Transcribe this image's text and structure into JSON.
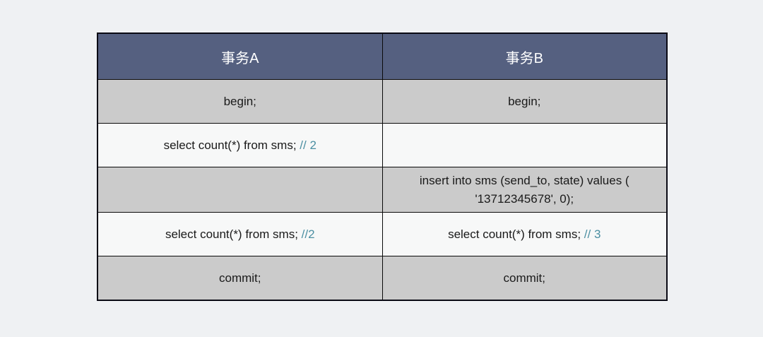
{
  "page": {
    "background_color": "#eff1f3"
  },
  "table": {
    "title": "transaction-phantom-read-demo",
    "header": {
      "bg_color": "#556080",
      "text_color": "#ffffff"
    },
    "row_colors": {
      "gray": "#cbcbcb",
      "light": "#f7f8f8"
    },
    "comment_color": "#4b8fa2",
    "border_color": "#0a0a0a",
    "columns": [
      {
        "label": "事务A"
      },
      {
        "label": "事务B"
      }
    ],
    "rows": [
      {
        "cells": [
          {
            "code": "begin;",
            "comment": ""
          },
          {
            "code": "begin;",
            "comment": ""
          }
        ]
      },
      {
        "cells": [
          {
            "code": "select count(*) from sms; ",
            "comment": "// 2"
          },
          {
            "code": "",
            "comment": ""
          }
        ]
      },
      {
        "cells": [
          {
            "code": "",
            "comment": ""
          },
          {
            "code": "insert into sms (send_to, state) values ( '13712345678', 0);",
            "comment": ""
          }
        ]
      },
      {
        "cells": [
          {
            "code": "select count(*) from sms; ",
            "comment": "//2"
          },
          {
            "code": "select count(*) from sms; ",
            "comment": "// 3"
          }
        ]
      },
      {
        "cells": [
          {
            "code": "commit;",
            "comment": ""
          },
          {
            "code": "commit;",
            "comment": ""
          }
        ]
      }
    ]
  }
}
